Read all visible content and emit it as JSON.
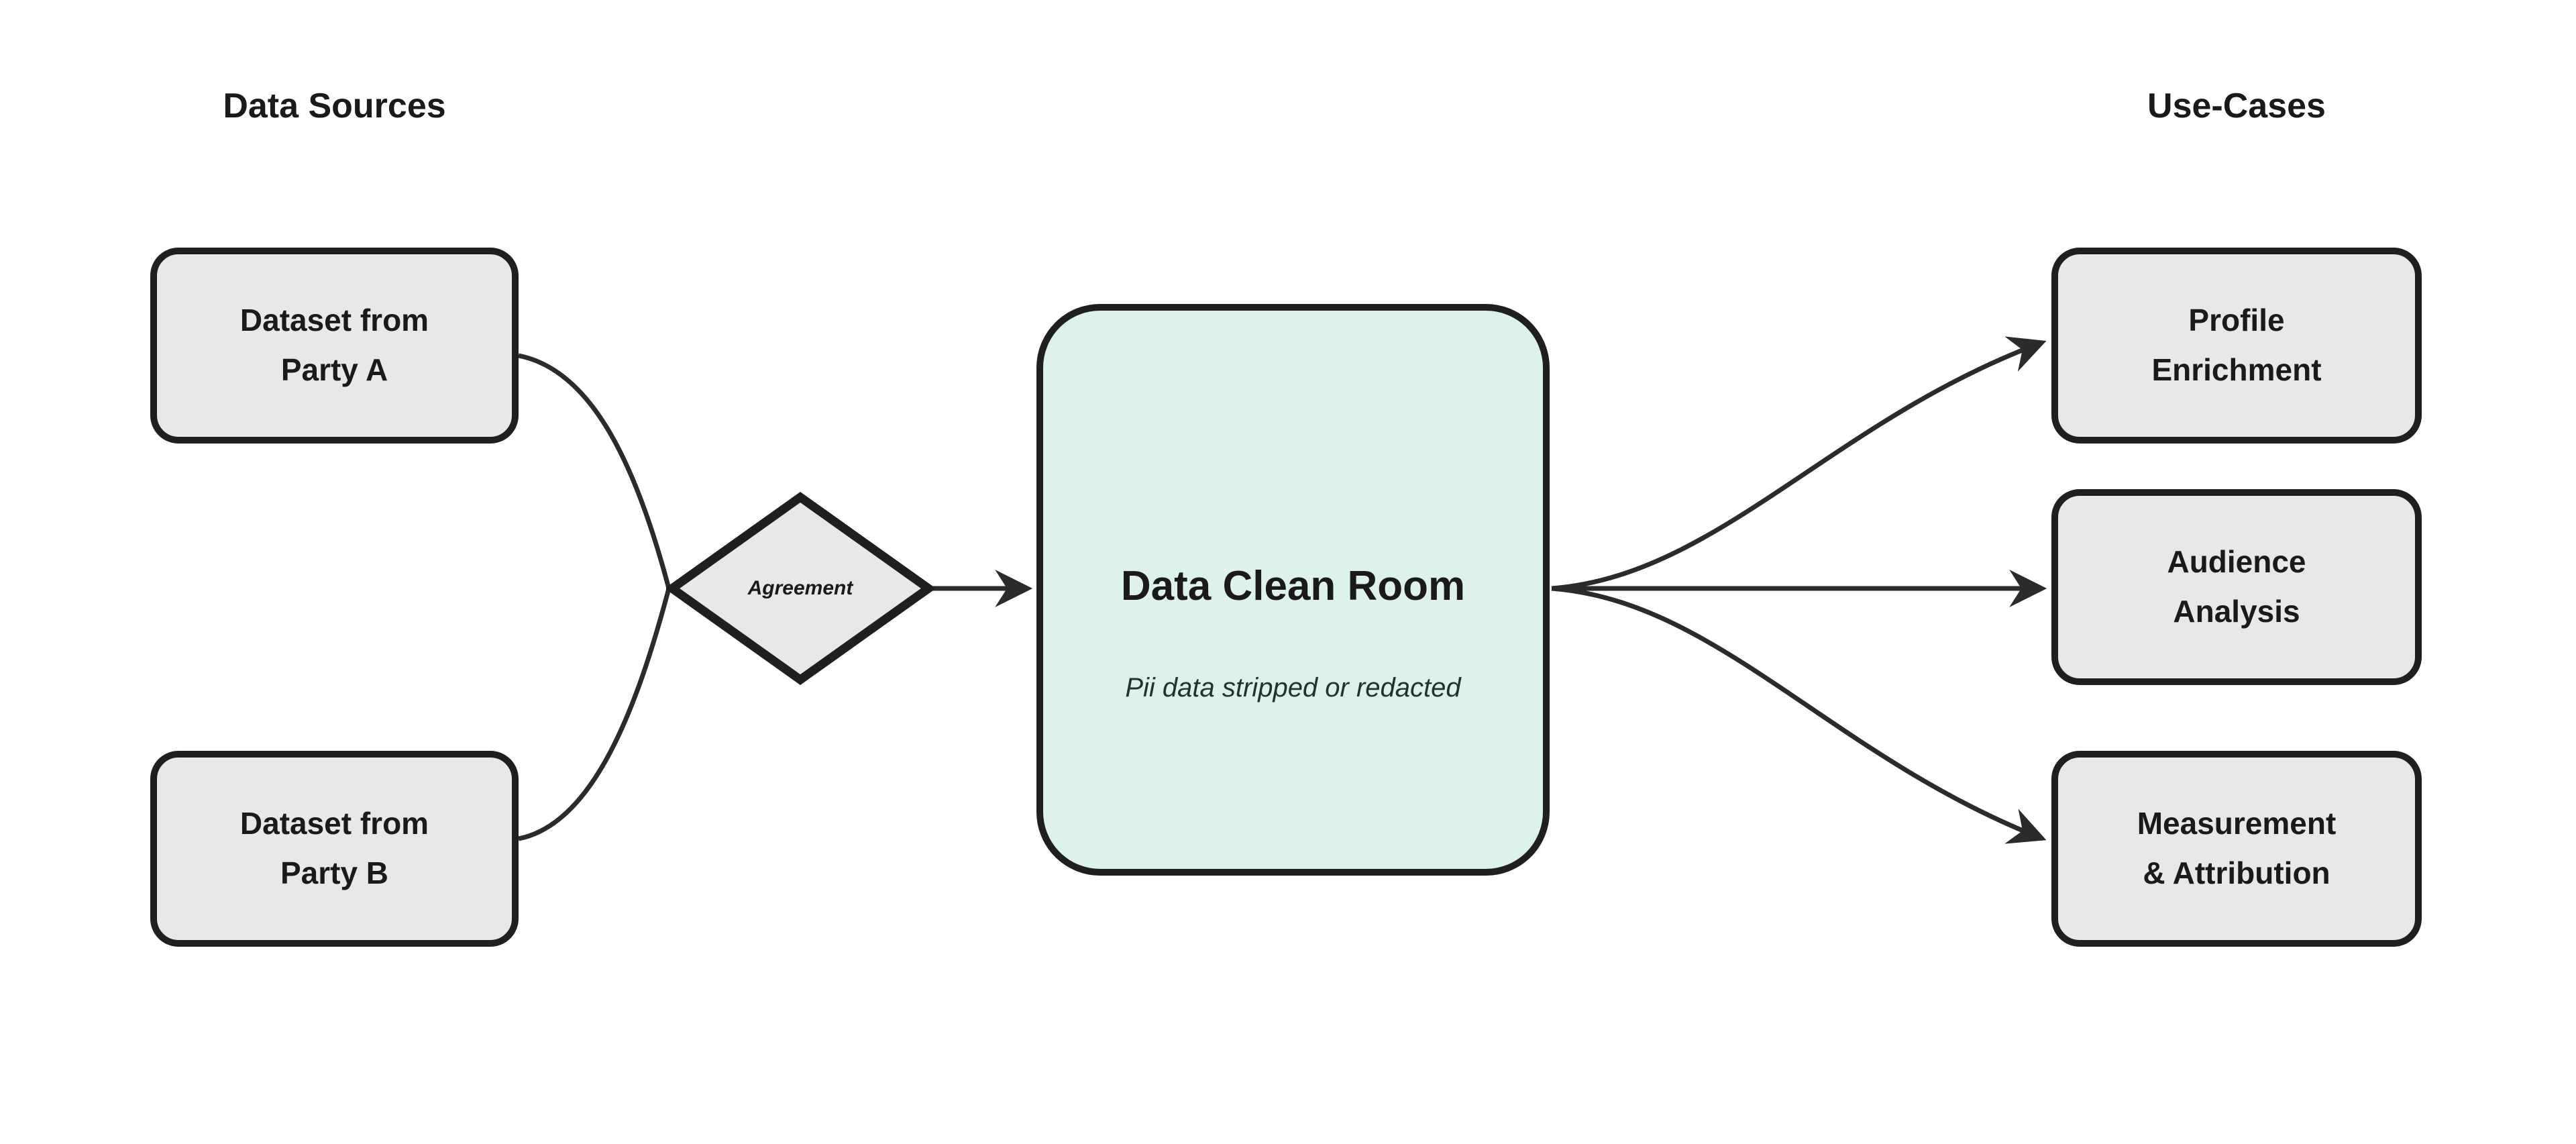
{
  "headings": {
    "left": "Data Sources",
    "right": "Use-Cases"
  },
  "nodes": {
    "party_a": {
      "lines": [
        "Dataset from",
        "Party A"
      ]
    },
    "party_b": {
      "lines": [
        "Dataset from",
        "Party B"
      ]
    },
    "agreement": {
      "label": "Agreement"
    },
    "clean_room": {
      "title": "Data Clean Room",
      "subtitle": "Pii data stripped or redacted"
    },
    "profile_enrichment": {
      "lines": [
        "Profile",
        "Enrichment"
      ]
    },
    "audience_analysis": {
      "lines": [
        "Audience",
        "Analysis"
      ]
    },
    "measurement_attribution": {
      "lines": [
        "Measurement",
        "& Attribution"
      ]
    }
  },
  "colors": {
    "background": "#ffffff",
    "node_fill": "#e8e8e8",
    "node_border": "#1f1f1f",
    "clean_room_fill": "#ddf2e9",
    "line": "#2b2b2b",
    "text": "#1a1a1a"
  }
}
